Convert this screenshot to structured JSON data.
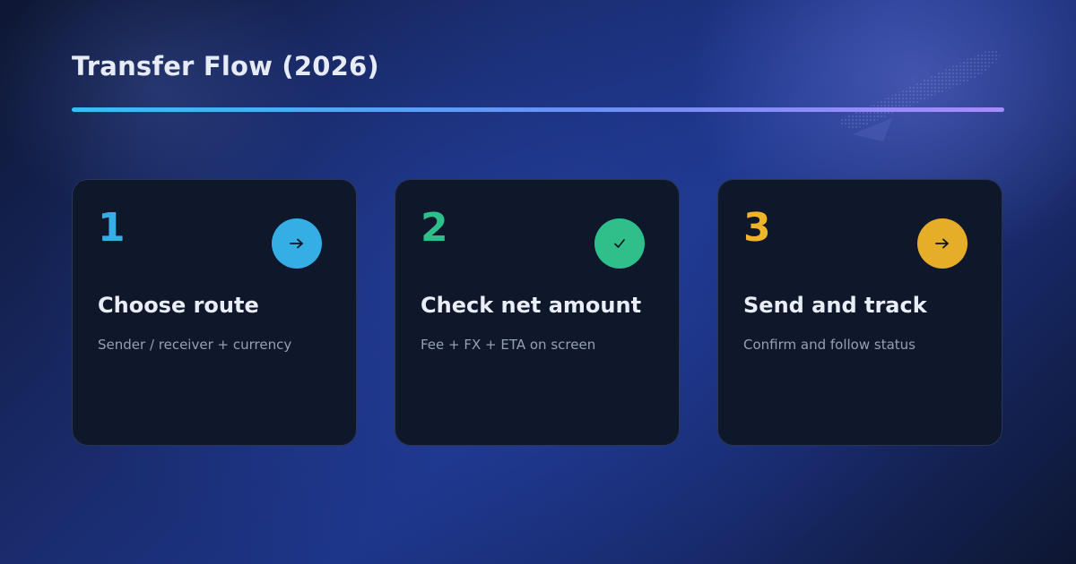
{
  "header": {
    "title": "Transfer Flow (2026)"
  },
  "colors": {
    "step1_accent": "#35aee6",
    "step2_accent": "#2fbf8a",
    "step3_accent": "#e6ad28",
    "card_bg": "#0f172a",
    "line_gradient": [
      "#38bdf8",
      "#a78bfa"
    ]
  },
  "steps": [
    {
      "number": "1",
      "title": "Choose route",
      "description": "Sender / receiver + currency",
      "icon": "arrow-right-icon"
    },
    {
      "number": "2",
      "title": "Check net amount",
      "description": "Fee + FX + ETA on screen",
      "icon": "checkmark-icon"
    },
    {
      "number": "3",
      "title": "Send and track",
      "description": "Confirm and follow status",
      "icon": "arrow-right-icon"
    }
  ]
}
